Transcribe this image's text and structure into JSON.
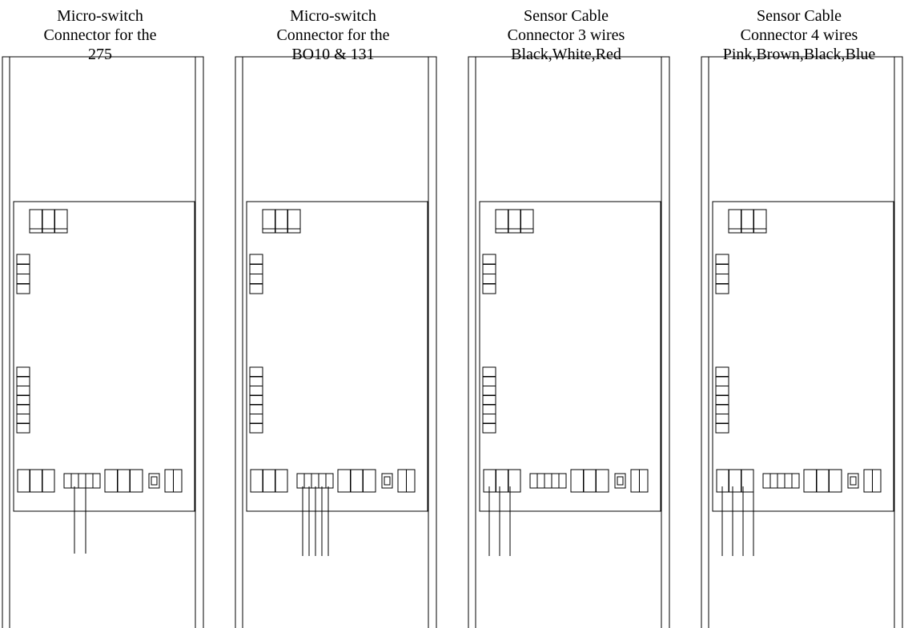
{
  "colors": {
    "line": "#000000",
    "background": "#ffffff"
  },
  "panels": [
    {
      "id": "microswitch-275",
      "caption": [
        "Micro-switch",
        "Connector for the",
        "275"
      ],
      "connected_terminal": 2,
      "wire_count": 2
    },
    {
      "id": "microswitch-bo10-131",
      "caption": [
        "Micro-switch",
        "Connector for the",
        "BO10 & 131"
      ],
      "connected_terminal": 2,
      "wire_count": 5
    },
    {
      "id": "sensor-3-wires",
      "caption": [
        "Sensor Cable",
        "Connector 3 wires",
        "Black,White,Red"
      ],
      "connected_terminal": 1,
      "wire_count": 3
    },
    {
      "id": "sensor-4-wires",
      "caption": [
        "Sensor Cable",
        "Connector 4 wires",
        "Pink,Brown,Black,Blue"
      ],
      "connected_terminal": 1,
      "wire_count": 4
    }
  ]
}
